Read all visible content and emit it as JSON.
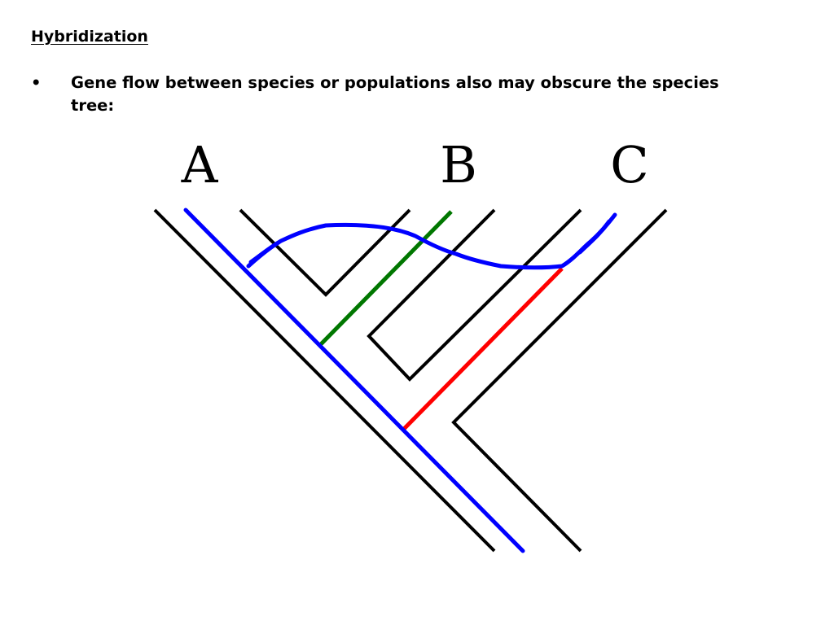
{
  "slide": {
    "heading": "Hybridization",
    "bullets": [
      {
        "marker": "•",
        "text": "Gene flow between species or populations also may obscure the species tree:"
      }
    ]
  },
  "diagram": {
    "taxa": [
      "A",
      "B",
      "C"
    ],
    "colors": {
      "species_tree": "#000000",
      "gene_tree": "#0000ff",
      "gene_flow_ab": "#007700",
      "gene_flow_ac": "#ff0000",
      "background": "#ffffff"
    }
  }
}
